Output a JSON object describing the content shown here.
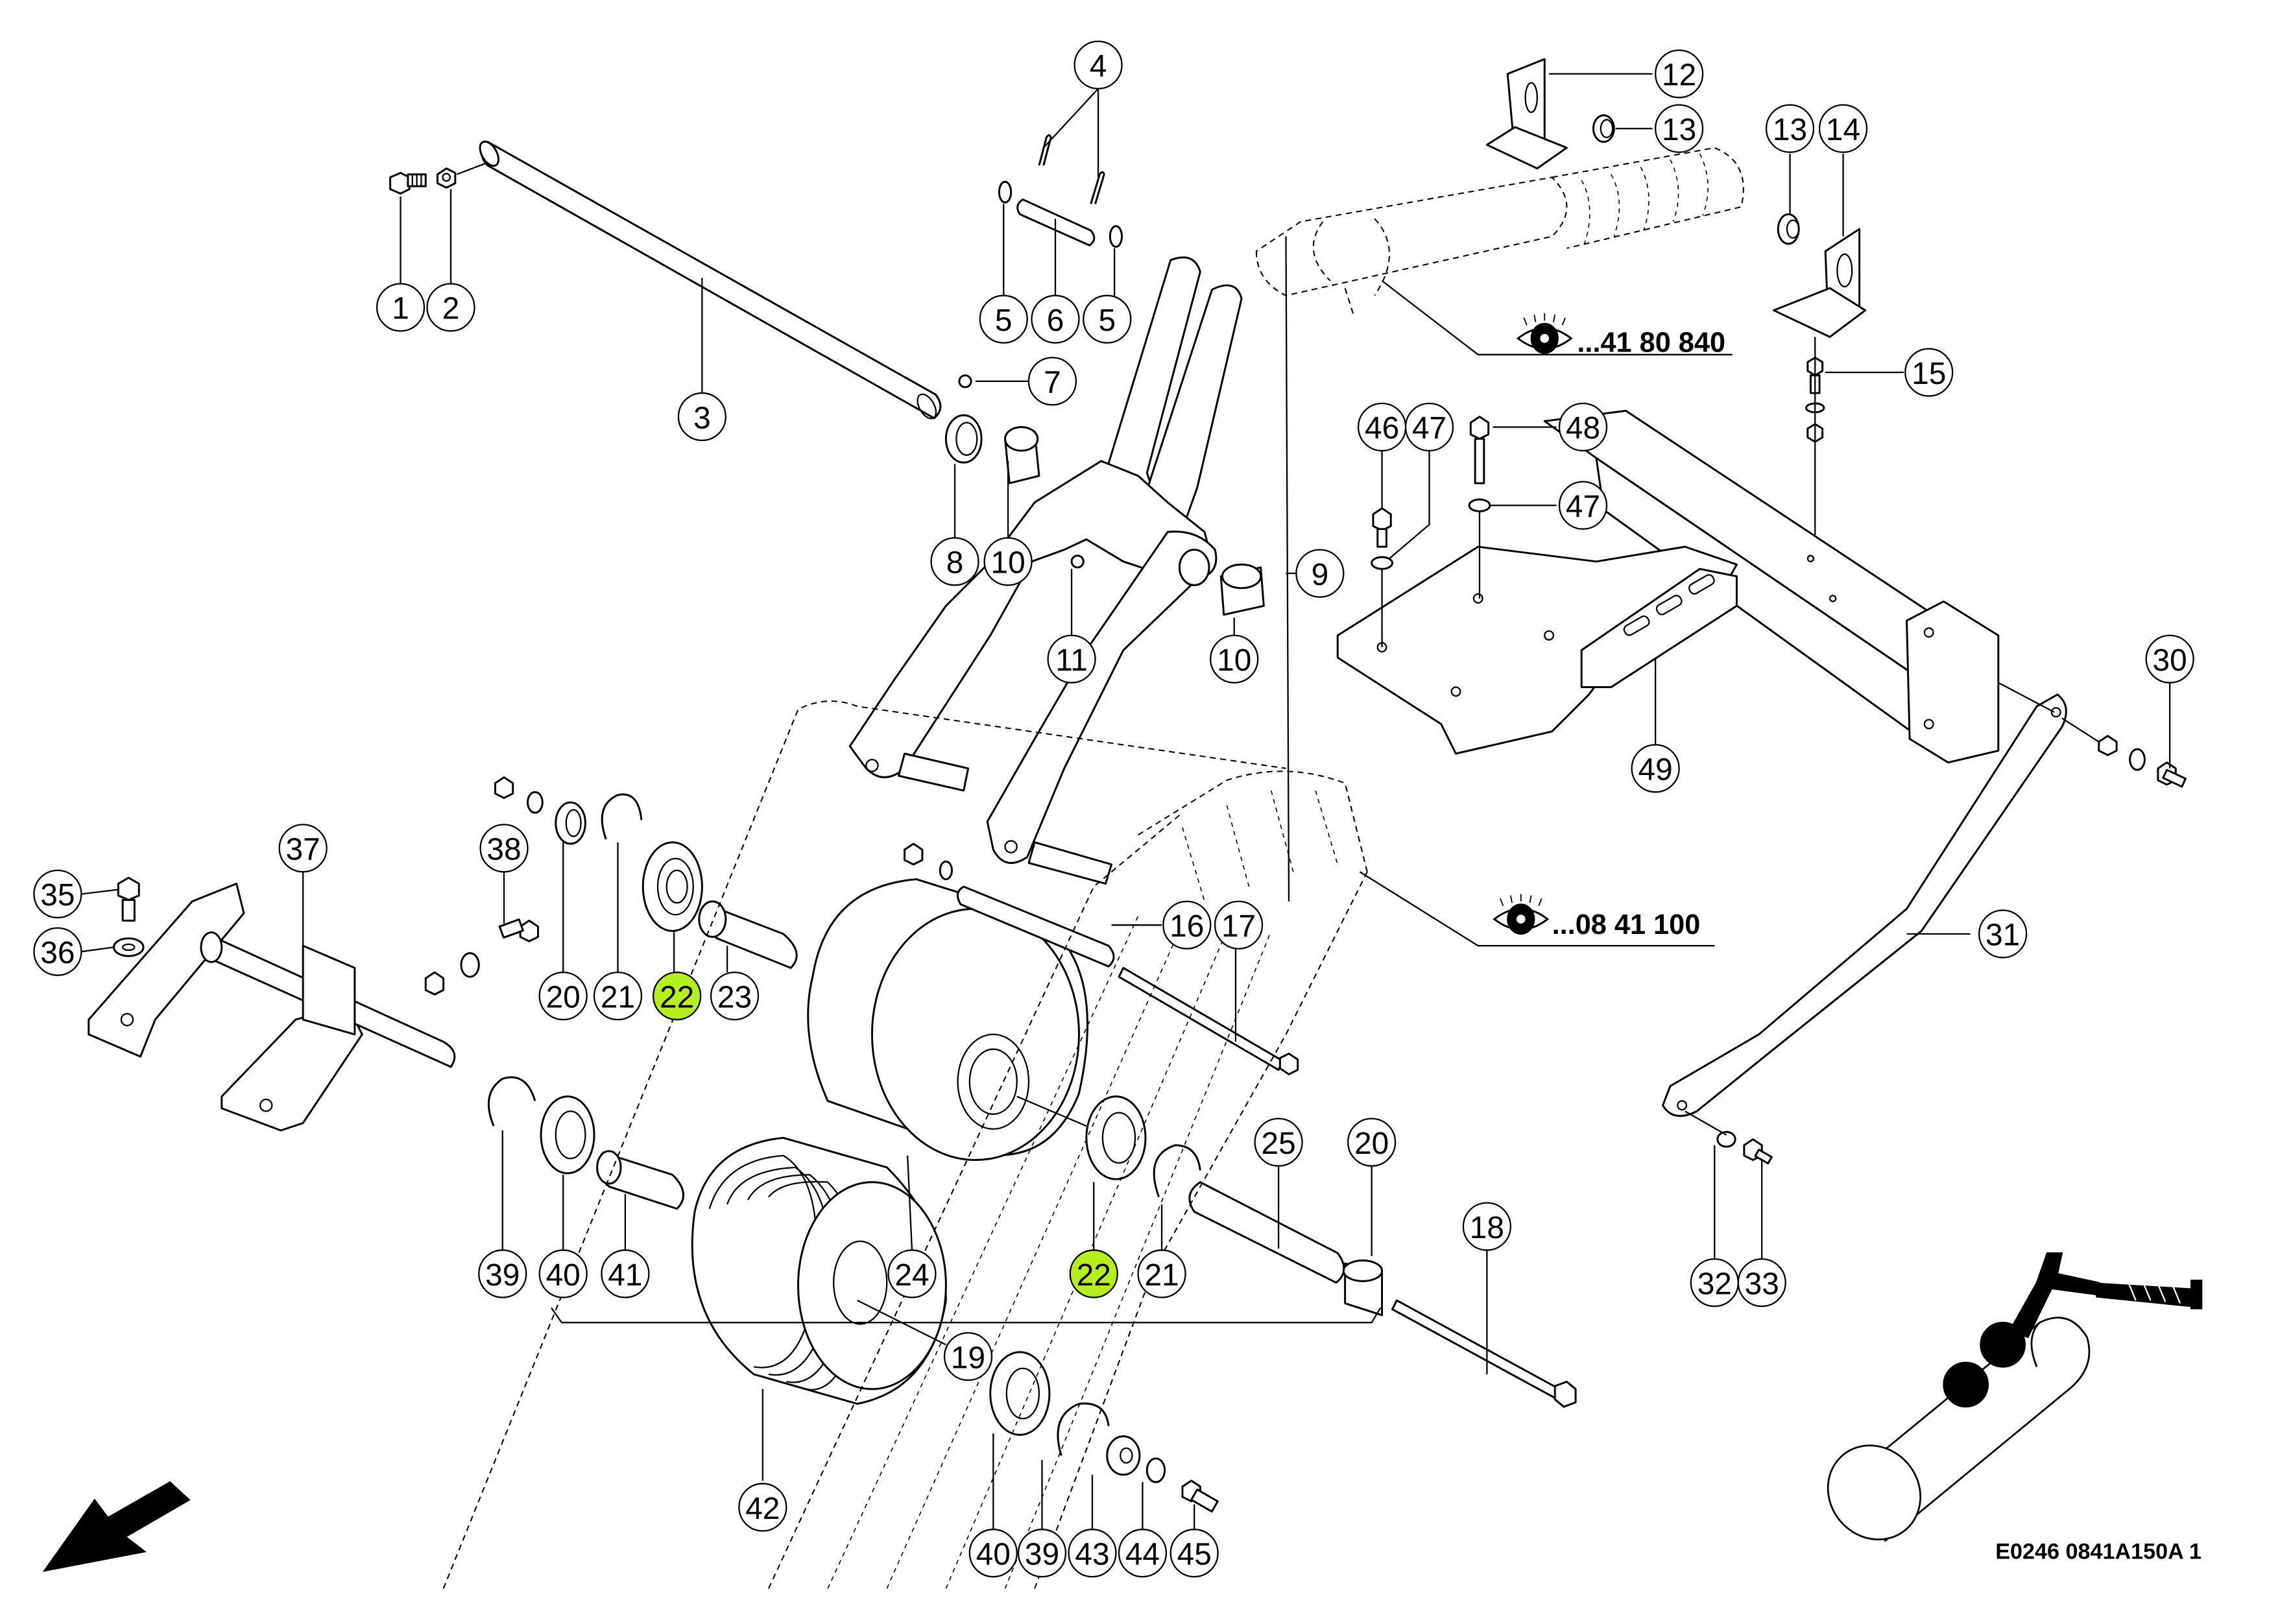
{
  "diagram": {
    "type": "exploded-parts-diagram",
    "highlight_color": "#b5f01e",
    "callouts": [
      {
        "id": "c1",
        "label": "1",
        "highlight": false
      },
      {
        "id": "c2",
        "label": "2",
        "highlight": false
      },
      {
        "id": "c3",
        "label": "3",
        "highlight": false
      },
      {
        "id": "c4",
        "label": "4",
        "highlight": false
      },
      {
        "id": "c5a",
        "label": "5",
        "highlight": false
      },
      {
        "id": "c6",
        "label": "6",
        "highlight": false
      },
      {
        "id": "c5b",
        "label": "5",
        "highlight": false
      },
      {
        "id": "c7",
        "label": "7",
        "highlight": false
      },
      {
        "id": "c8",
        "label": "8",
        "highlight": false
      },
      {
        "id": "c10a",
        "label": "10",
        "highlight": false
      },
      {
        "id": "c9",
        "label": "9",
        "highlight": false
      },
      {
        "id": "c11",
        "label": "11",
        "highlight": false
      },
      {
        "id": "c10b",
        "label": "10",
        "highlight": false
      },
      {
        "id": "c12",
        "label": "12",
        "highlight": false
      },
      {
        "id": "c13a",
        "label": "13",
        "highlight": false
      },
      {
        "id": "c13b",
        "label": "13",
        "highlight": false
      },
      {
        "id": "c14",
        "label": "14",
        "highlight": false
      },
      {
        "id": "c15",
        "label": "15",
        "highlight": false
      },
      {
        "id": "c46",
        "label": "46",
        "highlight": false
      },
      {
        "id": "c47a",
        "label": "47",
        "highlight": false
      },
      {
        "id": "c48",
        "label": "48",
        "highlight": false
      },
      {
        "id": "c47b",
        "label": "47",
        "highlight": false
      },
      {
        "id": "c30",
        "label": "30",
        "highlight": false
      },
      {
        "id": "c49",
        "label": "49",
        "highlight": false
      },
      {
        "id": "c31",
        "label": "31",
        "highlight": false
      },
      {
        "id": "c32",
        "label": "32",
        "highlight": false
      },
      {
        "id": "c33",
        "label": "33",
        "highlight": false
      },
      {
        "id": "c35",
        "label": "35",
        "highlight": false
      },
      {
        "id": "c36",
        "label": "36",
        "highlight": false
      },
      {
        "id": "c37",
        "label": "37",
        "highlight": false
      },
      {
        "id": "c38",
        "label": "38",
        "highlight": false
      },
      {
        "id": "c20a",
        "label": "20",
        "highlight": false
      },
      {
        "id": "c21a",
        "label": "21",
        "highlight": false
      },
      {
        "id": "c22a",
        "label": "22",
        "highlight": true
      },
      {
        "id": "c23",
        "label": "23",
        "highlight": false
      },
      {
        "id": "c16",
        "label": "16",
        "highlight": false
      },
      {
        "id": "c17",
        "label": "17",
        "highlight": false
      },
      {
        "id": "c39a",
        "label": "39",
        "highlight": false
      },
      {
        "id": "c40a",
        "label": "40",
        "highlight": false
      },
      {
        "id": "c41",
        "label": "41",
        "highlight": false
      },
      {
        "id": "c24",
        "label": "24",
        "highlight": false
      },
      {
        "id": "c22b",
        "label": "22",
        "highlight": true
      },
      {
        "id": "c21b",
        "label": "21",
        "highlight": false
      },
      {
        "id": "c25",
        "label": "25",
        "highlight": false
      },
      {
        "id": "c20b",
        "label": "20",
        "highlight": false
      },
      {
        "id": "c18",
        "label": "18",
        "highlight": false
      },
      {
        "id": "c19",
        "label": "19",
        "highlight": false
      },
      {
        "id": "c42",
        "label": "42",
        "highlight": false
      },
      {
        "id": "c40b",
        "label": "40",
        "highlight": false
      },
      {
        "id": "c39b",
        "label": "39",
        "highlight": false
      },
      {
        "id": "c43",
        "label": "43",
        "highlight": false
      },
      {
        "id": "c44",
        "label": "44",
        "highlight": false
      },
      {
        "id": "c45",
        "label": "45",
        "highlight": false
      }
    ],
    "references": [
      {
        "icon": "eye-icon",
        "text": "...41 80 840"
      },
      {
        "icon": "eye-icon",
        "text": "...08 41 100"
      }
    ],
    "footer_code": "E0246 0841A150A 1",
    "icons": {
      "direction": "arrow-down-left-icon",
      "orientation": "machine-orientation-icon"
    }
  }
}
